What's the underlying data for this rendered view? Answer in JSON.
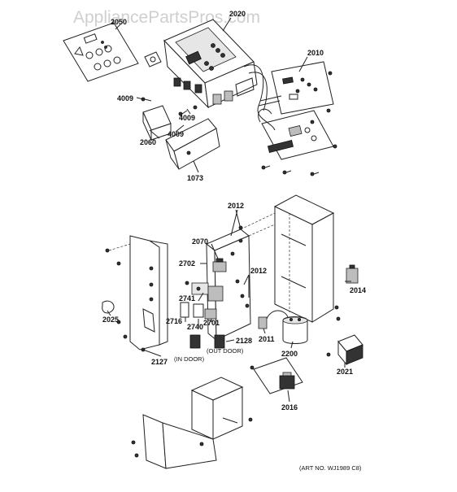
{
  "watermark": "AppliancePartsPros.com",
  "art_number": "(ART NO. WJ1989 C8)",
  "callouts": {
    "c2050": "2050",
    "c2020": "2020",
    "c2010": "2010",
    "c4009a": "4009",
    "c4009b": "4009",
    "c4009c": "4009",
    "c2060": "2060",
    "c1073": "1073",
    "c2012a": "2012",
    "c2070": "2070",
    "c2702": "2702",
    "c2012b": "2012",
    "c2014": "2014",
    "c2741": "2741",
    "c2025": "2025",
    "c2716": "2716",
    "c2740": "2740",
    "c2701": "2701",
    "c2011": "2011",
    "c2128": "2128",
    "c2200": "2200",
    "c2021": "2021",
    "c2127": "2127",
    "c2016": "2016"
  },
  "notes": {
    "in_door": "(IN DOOR)",
    "out_door": "(OUT DOOR)"
  }
}
